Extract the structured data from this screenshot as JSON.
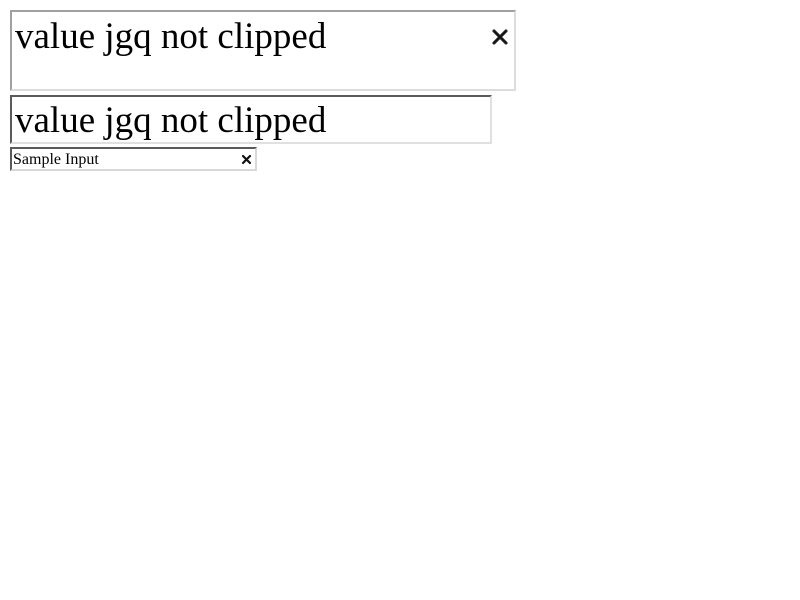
{
  "fields": [
    {
      "value": "value jgq not clipped",
      "clear_icon": "close-icon"
    },
    {
      "value": "value jgq not clipped"
    },
    {
      "value": "Sample Input",
      "clear_icon": "close-icon"
    }
  ]
}
